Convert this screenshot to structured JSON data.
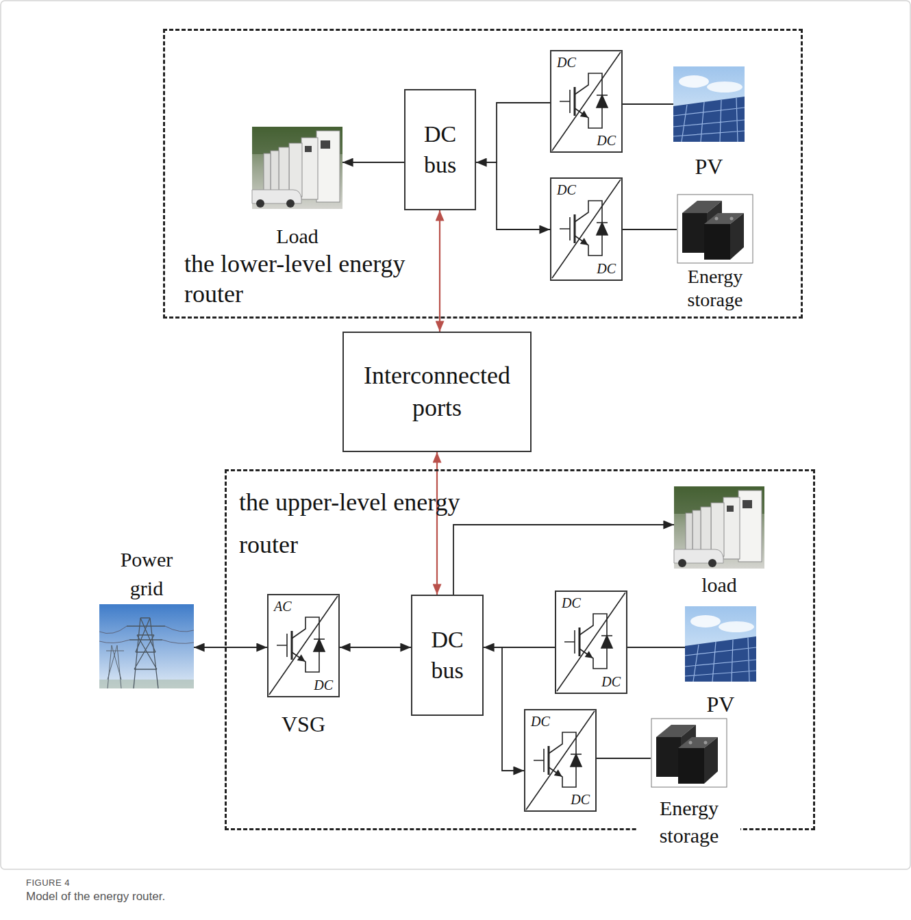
{
  "diagram": {
    "caption": "Model of the energy router.",
    "nodes": [
      {
        "text": [
          "the lower-level energy router"
        ]
      },
      {
        "text": [
          "Load"
        ],
        "in": 0
      },
      {
        "text": [
          "DC bus"
        ],
        "in": 0
      },
      {
        "text": [
          "DC",
          "DC"
        ],
        "in": 0
      },
      {
        "text": [
          "PV"
        ],
        "in": 0
      },
      {
        "text": [
          "DC",
          "DC"
        ],
        "in": 0
      },
      {
        "text": [
          "Energy storage"
        ],
        "in": 0
      },
      {
        "text": [
          "Interconnected ports"
        ]
      },
      {
        "text": [
          "the upper-level energy router"
        ]
      },
      {
        "text": [
          "Power grid"
        ]
      },
      {
        "text": [
          "AC",
          "DC",
          "VSG"
        ],
        "in": 8
      },
      {
        "text": [
          "DC bus"
        ],
        "in": 8
      },
      {
        "text": [
          "load"
        ],
        "in": 8
      },
      {
        "text": [
          "DC",
          "DC"
        ],
        "in": 8
      },
      {
        "text": [
          "PV"
        ],
        "in": 8
      },
      {
        "text": [
          "DC",
          "DC"
        ],
        "in": 8
      },
      {
        "text": [
          "Energy storage"
        ],
        "in": 8
      }
    ],
    "edges": [
      {
        "from": 2,
        "to": 1,
        "arrow": "to"
      },
      {
        "from": 3,
        "to": 2,
        "arrow": "to"
      },
      {
        "from": 2,
        "to": 5,
        "arrow": "to"
      },
      {
        "from": 4,
        "to": 3,
        "arrow": "none"
      },
      {
        "from": 6,
        "to": 5,
        "arrow": "none"
      },
      {
        "from": 2,
        "to": 7,
        "arrow": "both"
      },
      {
        "from": 7,
        "to": 11,
        "arrow": "both"
      },
      {
        "from": 9,
        "to": 10,
        "arrow": "both"
      },
      {
        "from": 10,
        "to": 11,
        "arrow": "both"
      },
      {
        "from": 11,
        "to": 12,
        "arrow": "to"
      },
      {
        "from": 13,
        "to": 11,
        "arrow": "to"
      },
      {
        "from": 11,
        "to": 15,
        "arrow": "to"
      },
      {
        "from": 14,
        "to": 13,
        "arrow": "none"
      },
      {
        "from": 16,
        "to": 15,
        "arrow": "none"
      }
    ],
    "labels": [
      "FIGURE 4"
    ]
  }
}
